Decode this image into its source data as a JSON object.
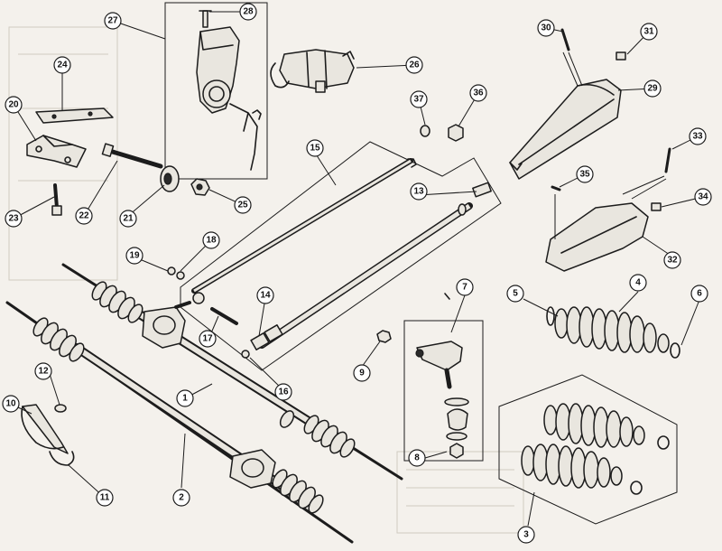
{
  "callouts": [
    "1",
    "2",
    "3",
    "4",
    "5",
    "6",
    "7",
    "8",
    "9",
    "10",
    "11",
    "12",
    "13",
    "14",
    "15",
    "16",
    "17",
    "18",
    "19",
    "20",
    "21",
    "22",
    "23",
    "24",
    "25",
    "26",
    "27",
    "28",
    "29",
    "30",
    "31",
    "32",
    "33",
    "34",
    "35",
    "36",
    "37"
  ],
  "colors": {
    "ink": "#1c1c1c",
    "paper": "#f4f1ec",
    "callout_fill": "#ffffff"
  }
}
